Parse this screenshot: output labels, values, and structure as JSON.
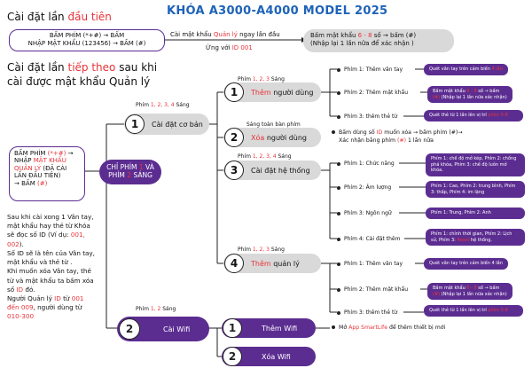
{
  "title": "KHÓA A3000-A4000 MODEL 2025",
  "first_setup": {
    "heading_a": "Cài đặt lần ",
    "heading_b": "đầu tiên",
    "step_box_line1": "BẤM PHÍM (*+#) → BẤM",
    "step_box_line2": "NHẬP MẬT KHẨU (123456) → BẤM (#)",
    "prompt_a": "Cài mật khẩu ",
    "prompt_b": "Quản lý",
    "prompt_c": " ngay lần đầu",
    "id_a": "Ứng với ",
    "id_b": "ID 001",
    "pw_box_a": "Bấm mật khẩu ",
    "pw_box_b": "6 - 8",
    "pw_box_c": " số → bấm (#)",
    "pw_box_line2": "(Nhập lại 1 lần nữa để xác nhận )"
  },
  "next_setup": {
    "heading_a": "Cài đặt lần ",
    "heading_b": "tiếp theo",
    "heading_c": " sau khi",
    "heading_line2": "cài được mật khẩu Quản lý"
  },
  "left_box": {
    "l1a": "BẤM PHÍM ",
    "l1b": "(*+#)",
    "l1c": " →",
    "l2a": "NHẬP ",
    "l2b": "MẬT KHẨU",
    "l3a": "QUẢN LÝ",
    "l3b": " (ĐÃ CÀI",
    "l4": "LẦN ĐẦU TIÊN)",
    "l5": "→",
    "l6a": "BẤM ",
    "l6b": "(#)"
  },
  "center_pill": {
    "l1a": "CHỈ PHÍM ",
    "l1b": "1",
    "l1c": " VÀ",
    "l2a": "PHÍM ",
    "l2b": "2",
    "l2c": " SÁNG"
  },
  "left_note": {
    "p1": "Sau khi cài xong 1 Vân tay, mật khẩu hay thẻ từ Khóa sẽ đọc số ID (Ví dụ: ",
    "p1red": "001, 002",
    "p1end": ").",
    "p2": "Số ID sẽ là tên của Vân tay, mật khẩu và thẻ từ .",
    "p3a": "Khi muốn xóa Vân tay, thẻ từ và mật khẩu ta bấm xóa số ",
    "p3b": "ID",
    "p3c": " đó.",
    "p4a": "Người Quản lý ",
    "p4b": "ID",
    "p4c": " từ ",
    "p4d": "001 đến 009",
    "p4e": ", người dùng từ ",
    "p4f": "010-300"
  },
  "branch1": {
    "num": "1",
    "label": "Cài đặt cơ bản",
    "lit_a": "Phím ",
    "lit_b": "1, 2, 3, 4",
    "lit_c": " Sáng"
  },
  "branch2": {
    "num": "2",
    "label": "Cài Wifi",
    "lit_a": "Phím ",
    "lit_b": "1, 2",
    "lit_c": " Sáng"
  },
  "sub1": {
    "num": "1",
    "label_a": "Thêm",
    "label_b": " người dùng",
    "lit_a": "Phím ",
    "lit_b": "1, 2, 3",
    "lit_c": " Sáng"
  },
  "sub2": {
    "num": "2",
    "label_a": "Xóa",
    "label_b": " người dùng",
    "lit": "Sáng toàn bàn phím",
    "note_a": "Bấm dùng số ",
    "note_b": "ID",
    "note_c": " muốn xóa → bấm phím (#)→",
    "note_d": "Xác nhận bằng phím ",
    "note_e": "(#)",
    "note_f": " 1 lần nữa"
  },
  "sub3": {
    "num": "3",
    "label": "Cài đặt hệ thống",
    "lit_a": "Phím ",
    "lit_b": "1, 2, 3, 4",
    "lit_c": " Sáng"
  },
  "sub4": {
    "num": "4",
    "label_a": "Thêm",
    "label_b": " quản lý",
    "lit_a": "Phím ",
    "lit_b": "1, 2, 3",
    "lit_c": " Sáng"
  },
  "wifi1": {
    "num": "1",
    "label": "Thêm Wifi",
    "note_a": "Mở ",
    "note_b": "App SmartLife",
    "note_c": " để thêm thiết bị mới"
  },
  "wifi2": {
    "num": "2",
    "label": "Xóa Wifi"
  },
  "items_add_user": [
    {
      "label": "Phím 1: Thêm vân tay",
      "note_a": "Quét vân tay trên cảm biến ",
      "note_b": "4 lần"
    },
    {
      "label": "Phím 2: Thêm mật khẩu",
      "note_a": "Bấm mật khẩu ",
      "note_b": "6 - 8",
      "note_c": " số → bấm",
      "note_d": "(#)",
      "note_e": " (Nhập lại 1 lần nữa xác nhận)"
    },
    {
      "label": "Phím 3: thêm thẻ từ",
      "note_a": "Quét thẻ từ 1 lần lên vị trí ",
      "note_b": "phím 5-8"
    }
  ],
  "items_system": [
    {
      "label": "Phím 1: Chức năng",
      "note": "Phím 1: chế độ mở kép, Phím 2: chống phá khóa, Phím 3: chế độ luôn mở khóa."
    },
    {
      "label": "Phím 2: Âm lượng",
      "note": "Phím 1: Cao, Phím 2: trung bình, Phím 3: thấp, Phím 4: im lặng"
    },
    {
      "label": "Phím 3: Ngôn ngữ",
      "note": "Phím 1: Trung, Phím 2: Anh"
    },
    {
      "label": "Phím 4: Cài đặt thêm",
      "note_a": "Phím 1: chỉnh thời gian, Phím 2: Lịch sử, Phím 3: ",
      "note_b": "Reset",
      "note_c": " hệ thống."
    }
  ],
  "items_add_admin": [
    {
      "label": "Phím 1: Thêm vân tay",
      "note": "Quét vân tay trên cảm biến 4 lần"
    },
    {
      "label": "Phím 2: Thêm mật khẩu",
      "note_a": "Bấm mật khẩu ",
      "note_b": "6 - 8",
      "note_c": " số → bấm",
      "note_d": "(#)",
      "note_e": " (Nhập lại 1 lần nữa xác nhận)"
    },
    {
      "label": "Phím 3: thêm thẻ từ",
      "note_a": "Quét thẻ từ 1 lần lên vị trí ",
      "note_b": "phím 5-8"
    }
  ],
  "colors": {
    "purple": "#5c2d91",
    "red": "#e8333a",
    "blue": "#1e63b8",
    "gray": "#d9d9d9"
  }
}
